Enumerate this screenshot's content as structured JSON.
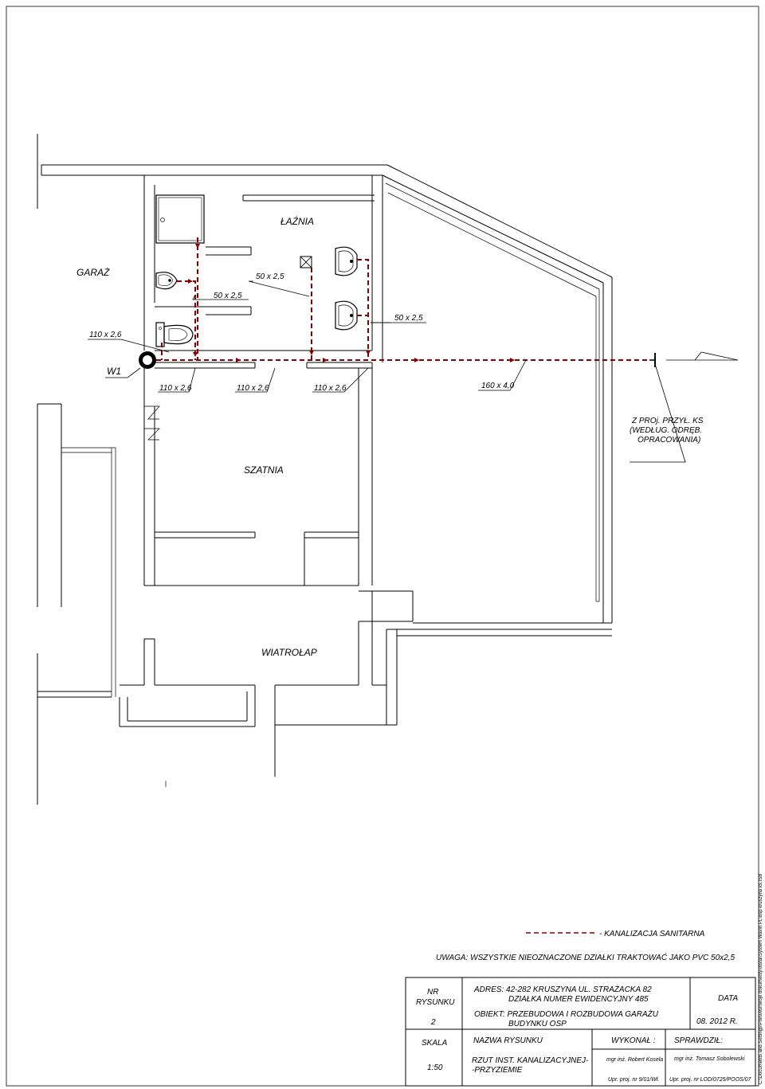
{
  "rooms": {
    "lazna": "ŁAŹNIA",
    "garaz": "GARAŻ",
    "szatnia": "SZATNIA",
    "wiatrolap": "WIATROŁAP"
  },
  "pipes": {
    "p50a": "50 x 2,5",
    "p50b": "50 x 2,5",
    "p50c": "50 x 2,5",
    "p110a": "110 x 2,6",
    "p110b": "110 x 2,6",
    "p110c": "110 x 2,6",
    "p110d": "110 x 2,6",
    "p160": "160 x 4,0"
  },
  "w1_label": "W1",
  "connection_note": [
    "Z PROj. PRZYŁ. KS",
    "(WEDŁUG. ODRĘB.",
    "OPRACOWANIA)"
  ],
  "legend": {
    "label": "- KANALIZACJA SANITARNA",
    "line_color": "#8b0000"
  },
  "note": "UWAGA: WSZYSTKIE NIEOZNACZONE DZIAŁKI TRAKTOWAĆ JAKO PVC 50x2,5",
  "title_block": {
    "nr_label_1": "NR",
    "nr_label_2": "RYSUNKU",
    "nr_value": "2",
    "skala_label": "SKALA",
    "skala_value": "1:50",
    "adres_line1": "ADRES:  42-282 KRUSZYNA UL. STRAŻACKA 82",
    "adres_line2": "DZIAŁKA NUMER EWIDENCYJNY  485",
    "obiekt_line1": "OBIEKT:  PRZEBUDOWA I ROZBUDOWA GARAŻU",
    "obiekt_line2": "BUDYNKU OSP",
    "data_label": "DATA",
    "data_value": "08. 2012 R.",
    "nazwa_label": "NAZWA RYSUNKU",
    "nazwa_line1": "RZUT INST. KANALIZACYJNEJ-",
    "nazwa_line2": "-PRZYZIEMIE",
    "wykonal_label": "WYKONAŁ :",
    "wykonal_name": "mgr inż. Robert Kosela",
    "wykonal_upr": "Upr. proj. nr 9/01/Wł.",
    "sprawdzil_label": "SPRAWDZIŁ:",
    "sprawdzil_name": "mgr inż. Tomasz Sobolewski",
    "sprawdzil_upr": "Upr. proj. nr LOD/0725/POOS/07"
  },
  "file_path": "C:\\Documents and Settings\\Poinvest\\Moje dokumenty\\Instal\\System Wavin PL\\osp kruszyna ks.ISB"
}
